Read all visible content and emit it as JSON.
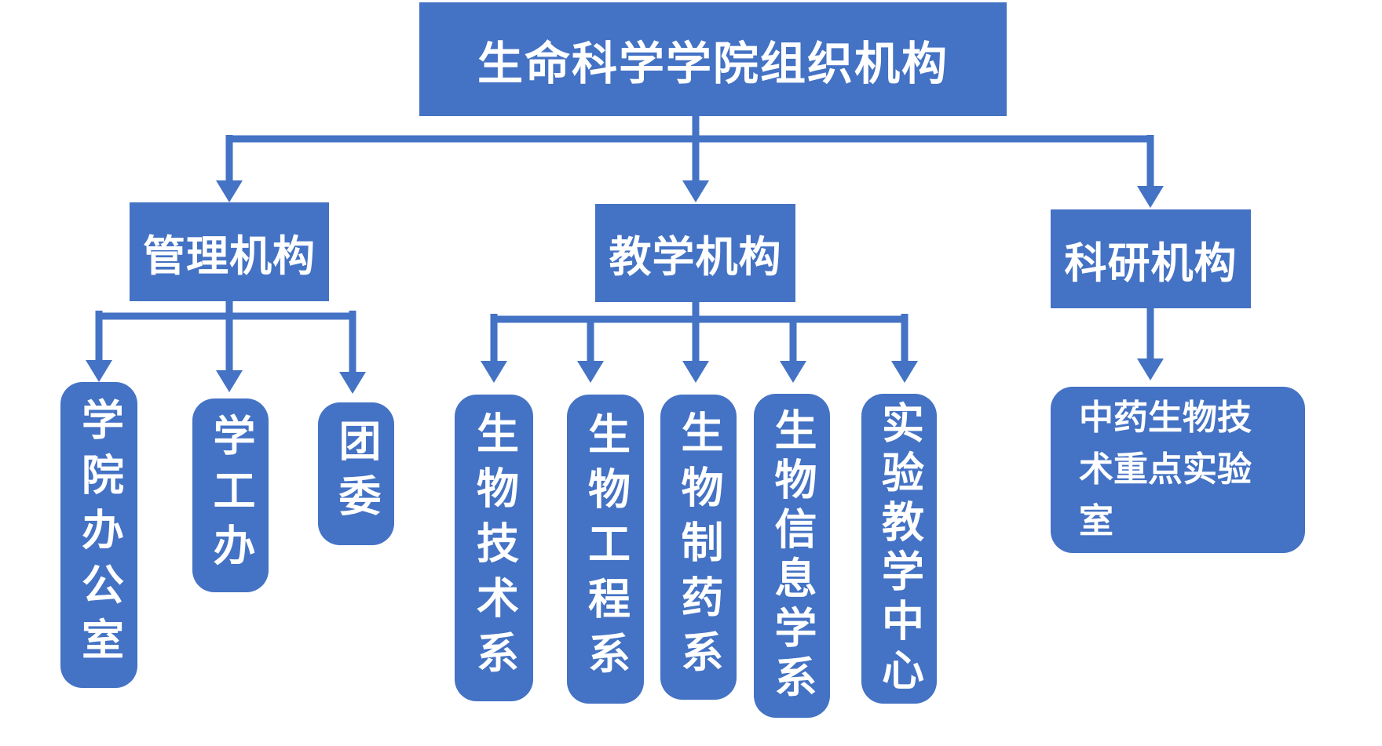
{
  "chart": {
    "type": "org-chart",
    "title": "生命科学学院组织机构",
    "branches": [
      {
        "label": "管理机构",
        "children": [
          "学院办公室",
          "学工办",
          "团委"
        ]
      },
      {
        "label": "教学机构",
        "children": [
          "生物技术系",
          "生物工程系",
          "生物制药系",
          "生物信息学系",
          "实验教学中心"
        ]
      },
      {
        "label": "科研机构",
        "children": [
          "中药生物技术重点实验室"
        ]
      }
    ],
    "colors": {
      "box_fill": "#4472C4",
      "box_text": "#FFFFFF",
      "connector": "#4472C4",
      "background": "#FFFFFF"
    }
  }
}
